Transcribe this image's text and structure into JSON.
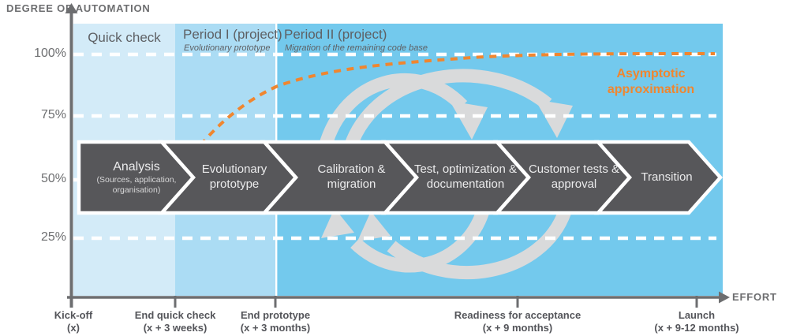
{
  "y_axis": {
    "title": "DEGREE OF AUTOMATION",
    "ticks": [
      "100%",
      "75%",
      "50%",
      "25%"
    ]
  },
  "x_axis": {
    "title": "EFFORT"
  },
  "regions": [
    {
      "title": "Quick check",
      "subtitle": ""
    },
    {
      "title": "Period I (project)",
      "subtitle": "Evolutionary prototype"
    },
    {
      "title": "Period II (project)",
      "subtitle": "Migration of the remaining code base"
    }
  ],
  "stages": [
    {
      "label": "Analysis",
      "sublabel": "(Sources, application, organisation)"
    },
    {
      "label": "Evolutionary prototype",
      "sublabel": ""
    },
    {
      "label": "Calibration & migration",
      "sublabel": ""
    },
    {
      "label": "Test, optimization & documentation",
      "sublabel": ""
    },
    {
      "label": "Customer tests & approval",
      "sublabel": ""
    },
    {
      "label": "Transition",
      "sublabel": ""
    }
  ],
  "milestones": [
    {
      "name": "Kick-off",
      "time": "(x)"
    },
    {
      "name": "End quick check",
      "time": "(x + 3 weeks)"
    },
    {
      "name": "End prototype",
      "time": "(x + 3 months)"
    },
    {
      "name": "Readiness for acceptance",
      "time": "(x + 9 months)"
    },
    {
      "name": "Launch",
      "time": "(x + 9-12 months)"
    }
  ],
  "annotation": {
    "label": "Asymptotic approximation"
  },
  "colors": {
    "region_quick_check": "#d3ebf8",
    "region_period1": "#abdcf4",
    "region_period2": "#73c9ed",
    "stage_band": "#57575a",
    "loop_arrow": "#d9dadb",
    "asymptote_orange": "#f0862f",
    "axis_gray": "#6d6e70",
    "gridline": "#ffffff"
  }
}
